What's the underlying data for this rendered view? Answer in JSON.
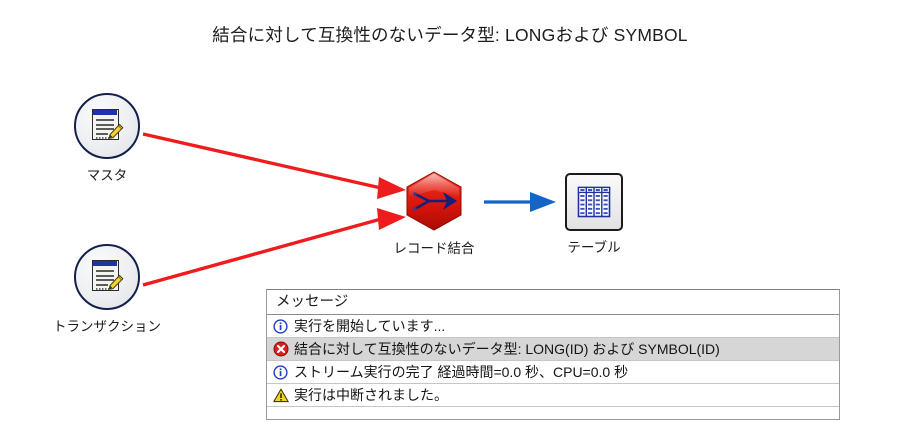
{
  "title": "結合に対して互換性のないデータ型: LONGおよび SYMBOL",
  "stream": {
    "nodes": [
      {
        "id": "master",
        "label": "マスタ",
        "icon": "document-pencil-icon",
        "type": "source"
      },
      {
        "id": "transaction",
        "label": "トランザクション",
        "icon": "document-pencil-icon",
        "type": "source"
      },
      {
        "id": "merge",
        "label": "レコード結合",
        "icon": "merge-arrows-icon",
        "type": "merge"
      },
      {
        "id": "table",
        "label": "テーブル",
        "icon": "table-grid-icon",
        "type": "output"
      }
    ],
    "connectors": [
      {
        "from": "master",
        "to": "merge",
        "color": "#ee1c1c",
        "state": "error"
      },
      {
        "from": "transaction",
        "to": "merge",
        "color": "#ee1c1c",
        "state": "error"
      },
      {
        "from": "merge",
        "to": "table",
        "color": "#1565c8",
        "state": "normal"
      }
    ]
  },
  "messages": {
    "header": "メッセージ",
    "rows": [
      {
        "icon": "info-icon",
        "text": "実行を開始しています...",
        "selected": false
      },
      {
        "icon": "error-icon",
        "text": "結合に対して互換性のないデータ型: LONG(ID) および SYMBOL(ID)",
        "selected": true
      },
      {
        "icon": "info-icon",
        "text": "ストリーム実行の完了 経過時間=0.0 秒、CPU=0.0 秒",
        "selected": false
      },
      {
        "icon": "warning-icon",
        "text": "実行は中断されました。",
        "selected": false
      }
    ]
  },
  "colors": {
    "error_connector": "#ee1c1c",
    "normal_connector": "#1565c8",
    "merge_node_red": "#e21f14",
    "node_border_navy": "#12204a",
    "selected_row": "#d6d6d6"
  }
}
